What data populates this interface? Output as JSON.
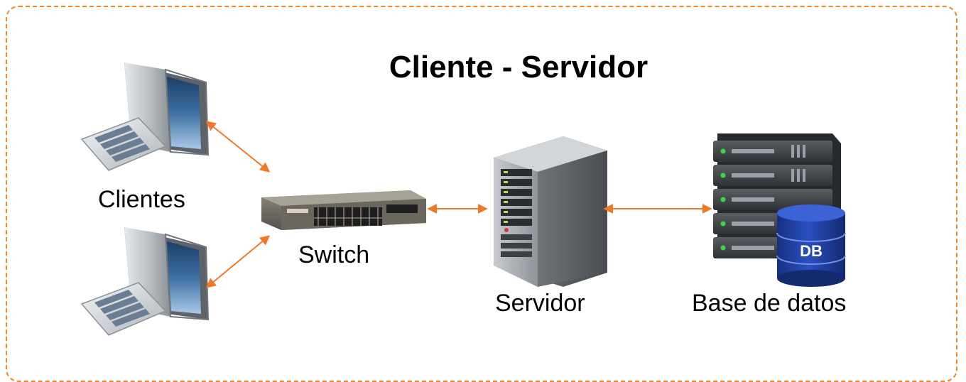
{
  "title": "Cliente - Servidor",
  "labels": {
    "clients": "Clientes",
    "switch": "Switch",
    "server": "Servidor",
    "database": "Base de datos",
    "db_badge": "DB"
  },
  "colors": {
    "frame": "#f0852b",
    "arrow": "#f07828",
    "db_cylinder": "#1d3ea0"
  },
  "icons": [
    "computer-monitor-icon",
    "keyboard-icon",
    "network-switch-icon",
    "server-tower-icon",
    "server-rack-icon",
    "database-cylinder-icon"
  ]
}
